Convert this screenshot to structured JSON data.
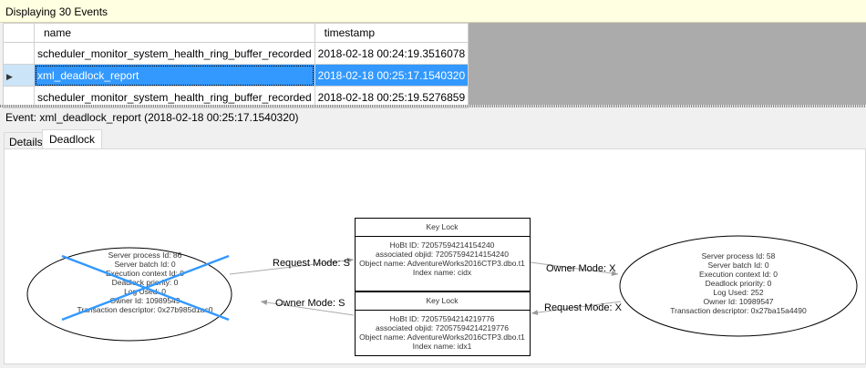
{
  "status": "Displaying 30 Events",
  "grid": {
    "columns": [
      "name",
      "timestamp"
    ],
    "rows": [
      {
        "name": "scheduler_monitor_system_health_ring_buffer_recorded",
        "timestamp": "2018-02-18 00:24:19.3516078",
        "selected": false
      },
      {
        "name": "xml_deadlock_report",
        "timestamp": "2018-02-18 00:25:17.1540320",
        "selected": true
      },
      {
        "name": "scheduler_monitor_system_health_ring_buffer_recorded",
        "timestamp": "2018-02-18 00:25:19.5276859",
        "selected": false
      }
    ]
  },
  "event_label": "Event: xml_deadlock_report (2018-02-18 00:25:17.1540320)",
  "tabs": [
    {
      "label": "Details"
    },
    {
      "label": "Deadlock",
      "active": true
    }
  ],
  "graph": {
    "victim_process": {
      "lines": [
        "Server process Id: 86",
        "Server batch Id: 0",
        "Execution context Id: 0",
        "Deadlock priority: 0",
        "Log Used: 0",
        "Owner Id: 10989549",
        "Transaction descriptor: 0x27b985d1ac0"
      ],
      "victim": true,
      "victim_mark_color": "#3399ff"
    },
    "other_process": {
      "lines": [
        "Server process Id: 58",
        "Server batch Id: 0",
        "Execution context Id: 0",
        "Deadlock priority: 0",
        "Log Used: 252",
        "Owner Id: 10989547",
        "Transaction descriptor: 0x27ba15a4490"
      ]
    },
    "resources": [
      {
        "title": "Key Lock",
        "lines": [
          "HoBt ID: 72057594214154240",
          "associated objid: 72057594214154240",
          "Object name: AdventureWorks2016CTP3.dbo.t1",
          "Index name: cidx"
        ]
      },
      {
        "title": "Key Lock",
        "lines": [
          "HoBt ID: 72057594214219776",
          "associated objid: 72057594214219776",
          "Object name: AdventureWorks2016CTP3.dbo.t1",
          "Index name: idx1"
        ]
      }
    ],
    "edges": [
      "Request Mode: S",
      "Owner Mode: X",
      "Request Mode: X",
      "Owner Mode: S"
    ]
  }
}
